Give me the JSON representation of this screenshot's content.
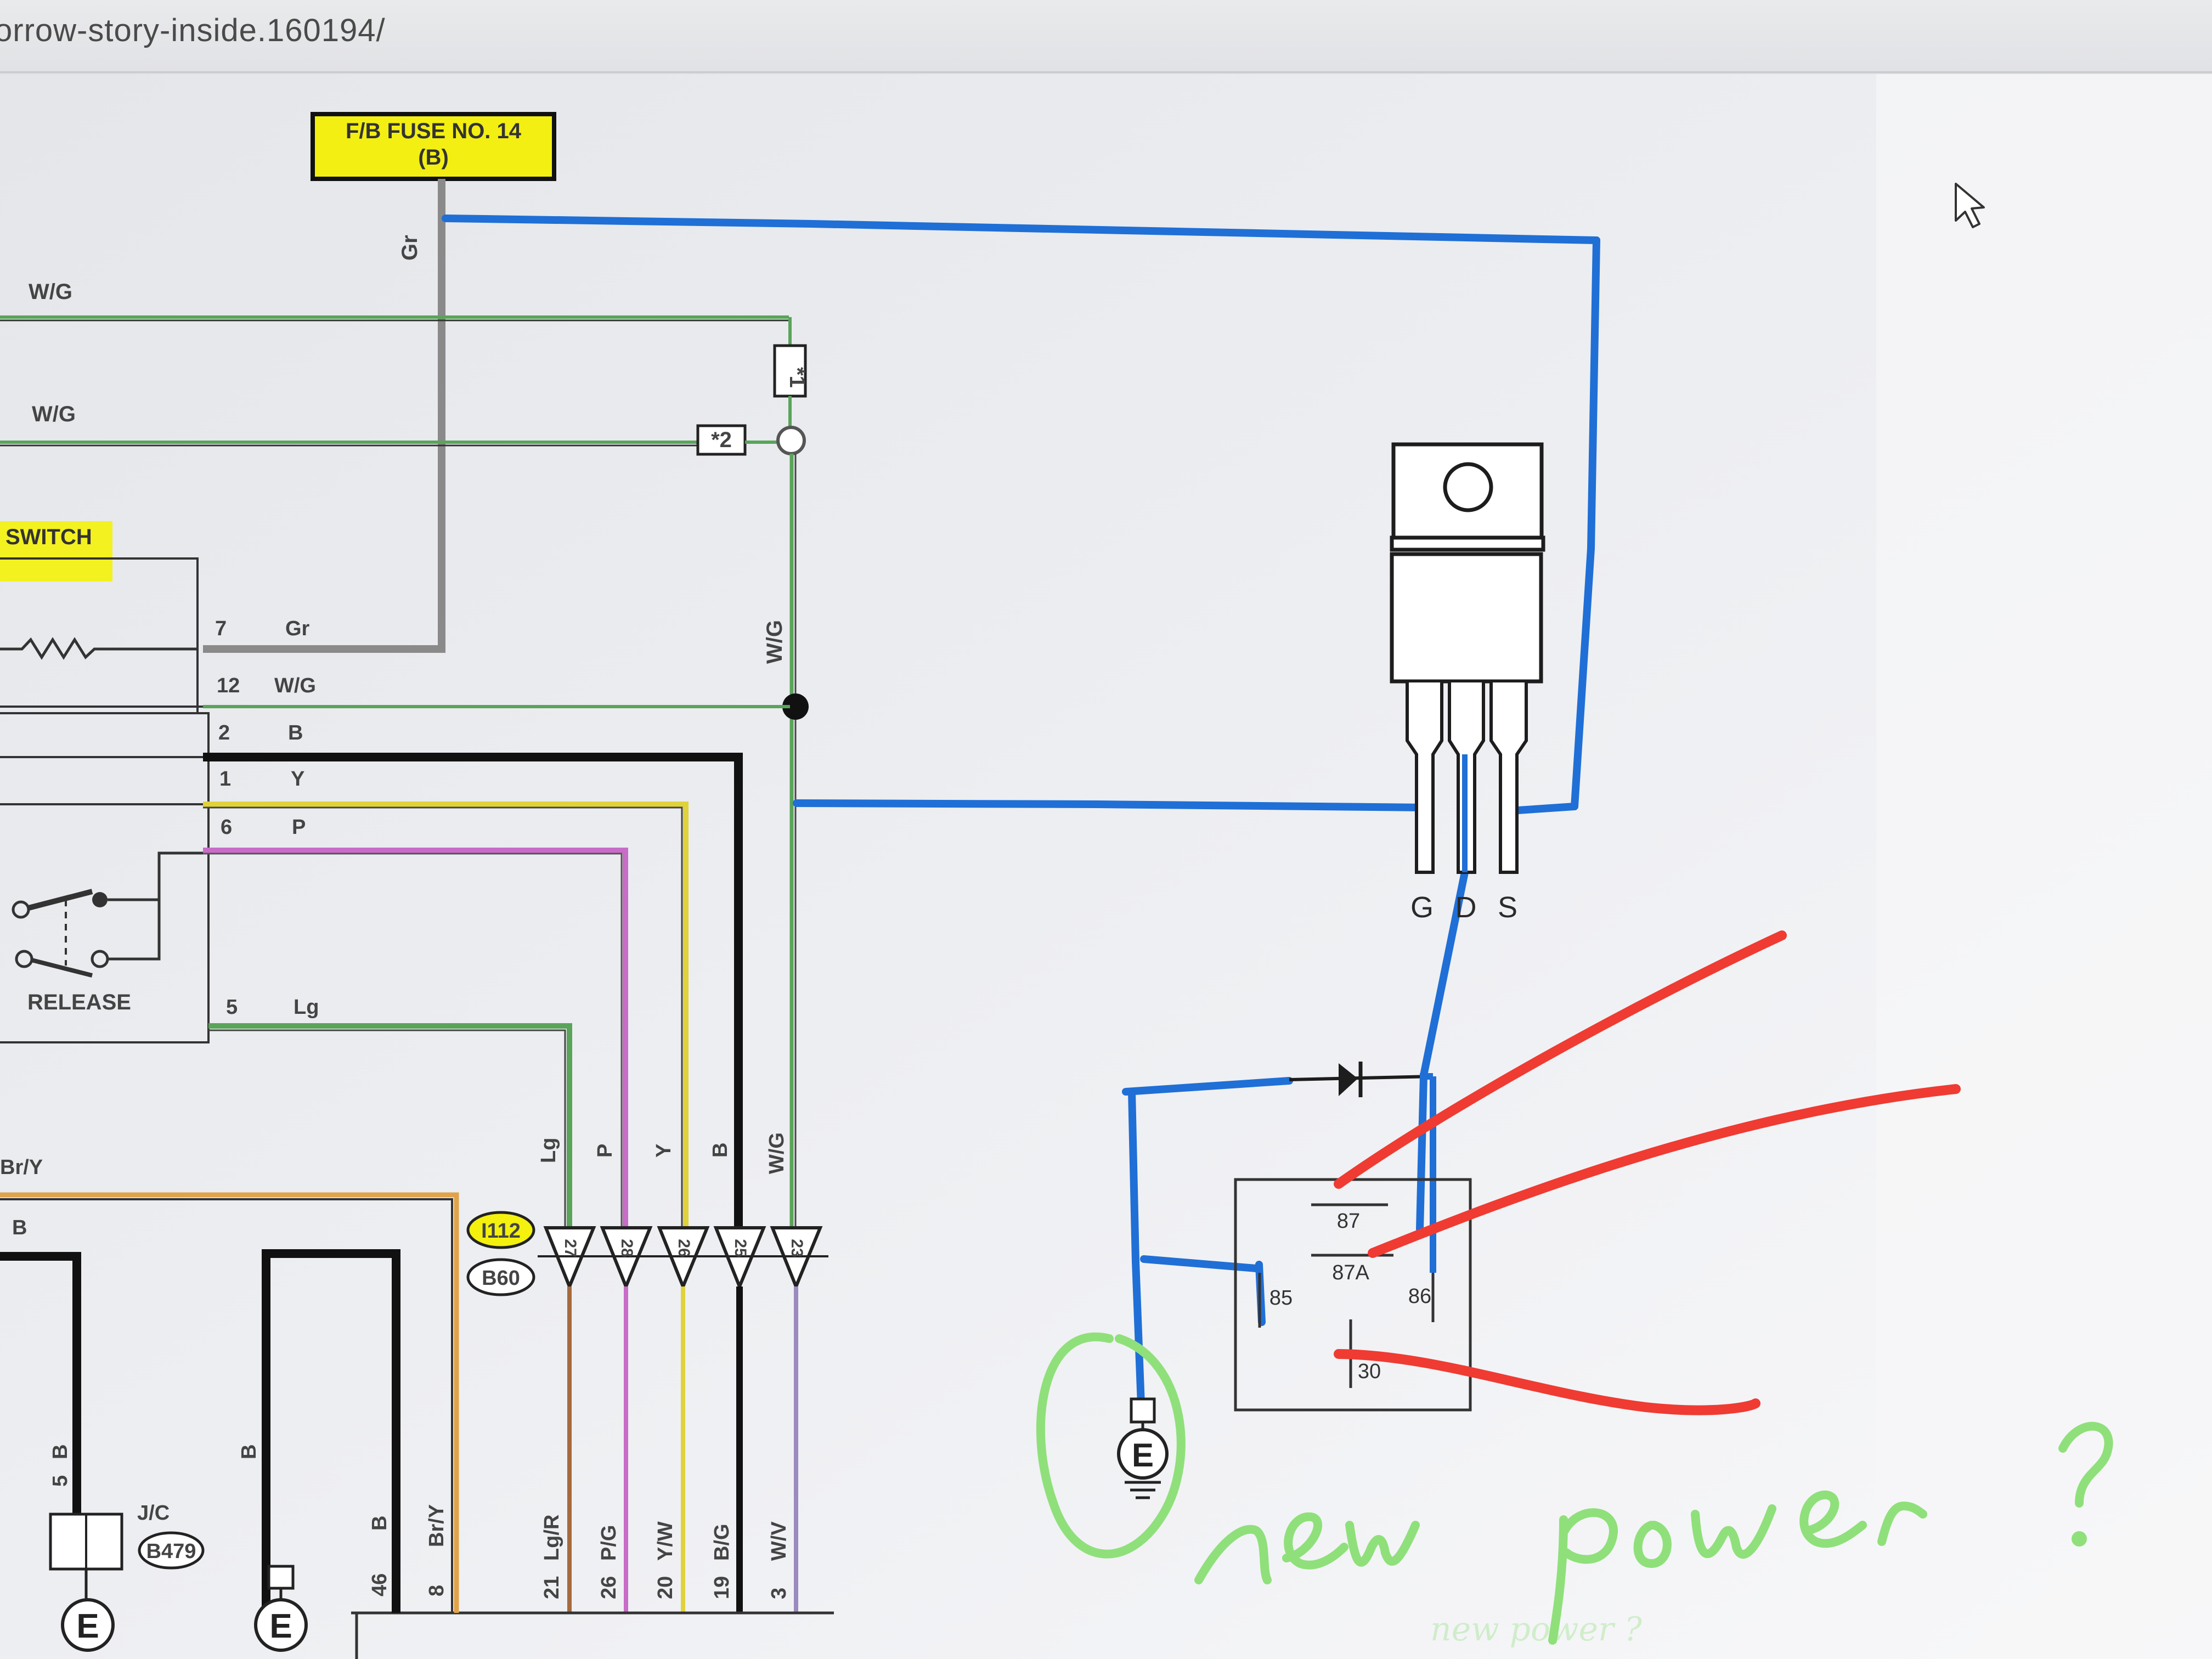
{
  "browser": {
    "url_fragment": "orrow-story-inside.160194/"
  },
  "diagram": {
    "fuse": {
      "title": "F/B FUSE NO. 14",
      "subtitle": "(B)"
    },
    "wire_top": "Gr",
    "left_wires": {
      "wg_1": "W/G",
      "wg_2": "W/G",
      "br_y": "Br/Y",
      "b": "B"
    },
    "markers": {
      "m1": "*1",
      "m2": "*2"
    },
    "switch_label": "SWITCH",
    "release_label": "RELEASE",
    "pins": [
      {
        "num": "7",
        "color": "Gr"
      },
      {
        "num": "12",
        "color": "W/G"
      },
      {
        "num": "2",
        "color": "B"
      },
      {
        "num": "1",
        "color": "Y"
      },
      {
        "num": "6",
        "color": "P"
      },
      {
        "num": "5",
        "color": "Lg"
      }
    ],
    "vertical_wg": "W/G",
    "connector_labels": [
      "Lg",
      "P",
      "Y",
      "B",
      "W/G"
    ],
    "triangle_nums": [
      "27",
      "28",
      "26",
      "25",
      "23"
    ],
    "connectors": {
      "i112": "I112",
      "b60": "B60"
    },
    "bottom_wires": [
      {
        "num": "21",
        "color": "Lg/R"
      },
      {
        "num": "26",
        "color": "P/G"
      },
      {
        "num": "20",
        "color": "Y/W"
      },
      {
        "num": "19",
        "color": "B/G"
      },
      {
        "num": "3",
        "color": "W/V"
      }
    ],
    "left_bottom": {
      "b_a": "B",
      "b_num": "5",
      "b_b": "B",
      "b_c": "B",
      "b_num2": "46",
      "br_y": "Br/Y",
      "br_num": "8",
      "jc": "J/C",
      "b479": "B479"
    },
    "ground_symbol": "E",
    "mosfet_pins": {
      "g": "G",
      "d": "D",
      "s": "S"
    },
    "relay": {
      "p87": "87",
      "p87a": "87A",
      "p85": "85",
      "p86": "86",
      "p30": "30"
    },
    "handwritten": "new power ?"
  },
  "colors": {
    "annotation_blue": "#1f6fd6",
    "annotation_red": "#ef3b32",
    "annotation_green": "#8fe07a",
    "highlight_yellow": "#f4f10e",
    "wire_green": "#5aa45a",
    "wire_gray": "#8a8a8a",
    "wire_black": "#111111",
    "wire_yellow": "#e0d23a",
    "wire_pink": "#c86cc8",
    "wire_orange": "#e0a34a"
  },
  "icons": {
    "cursor": "mouse-pointer-icon",
    "ground": "ground-icon",
    "diode": "diode-icon"
  }
}
